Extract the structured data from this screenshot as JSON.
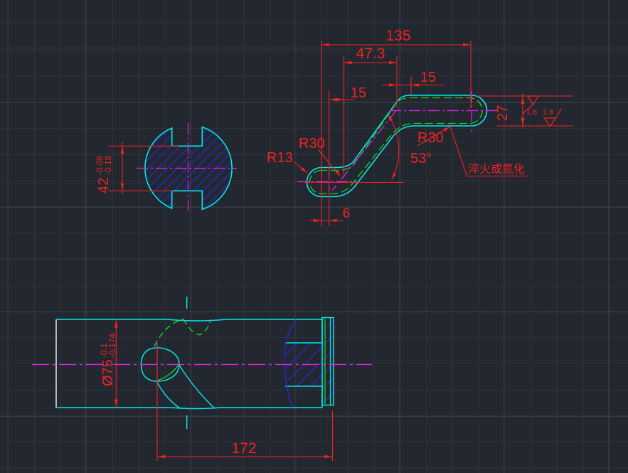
{
  "drawing": {
    "section_view": {
      "dim_width": {
        "value": "42",
        "tol_upper": "-0.08",
        "tol_lower": "-0.18"
      }
    },
    "lever_view": {
      "dim_overall": "135",
      "dim_to_bend": "47.3",
      "dim_top_offset": "15",
      "dim_left_offset": "15",
      "dim_arm_height": "27",
      "dim_tip_offset": "6",
      "angle": "53°",
      "radius_bend_left": "R30",
      "radius_bend_right": "R30",
      "radius_tip": "R13",
      "roughness_top": "1.6",
      "roughness_bottom": "1.6",
      "heat_treat_note": "淬火或氮化"
    },
    "shaft_view": {
      "dim_diameter": {
        "value": "Ø75",
        "tol_upper": "-0.1",
        "tol_lower": "-0.174"
      },
      "dim_length": "172"
    },
    "colors": {
      "outline": "#00e8e8",
      "hidden_layer": "#15d615",
      "centerline": "#e520e5",
      "dimension": "#f22121",
      "hatch": "#2326dd",
      "edge_highlight": "#e8e8e8",
      "background": "#232830"
    }
  }
}
